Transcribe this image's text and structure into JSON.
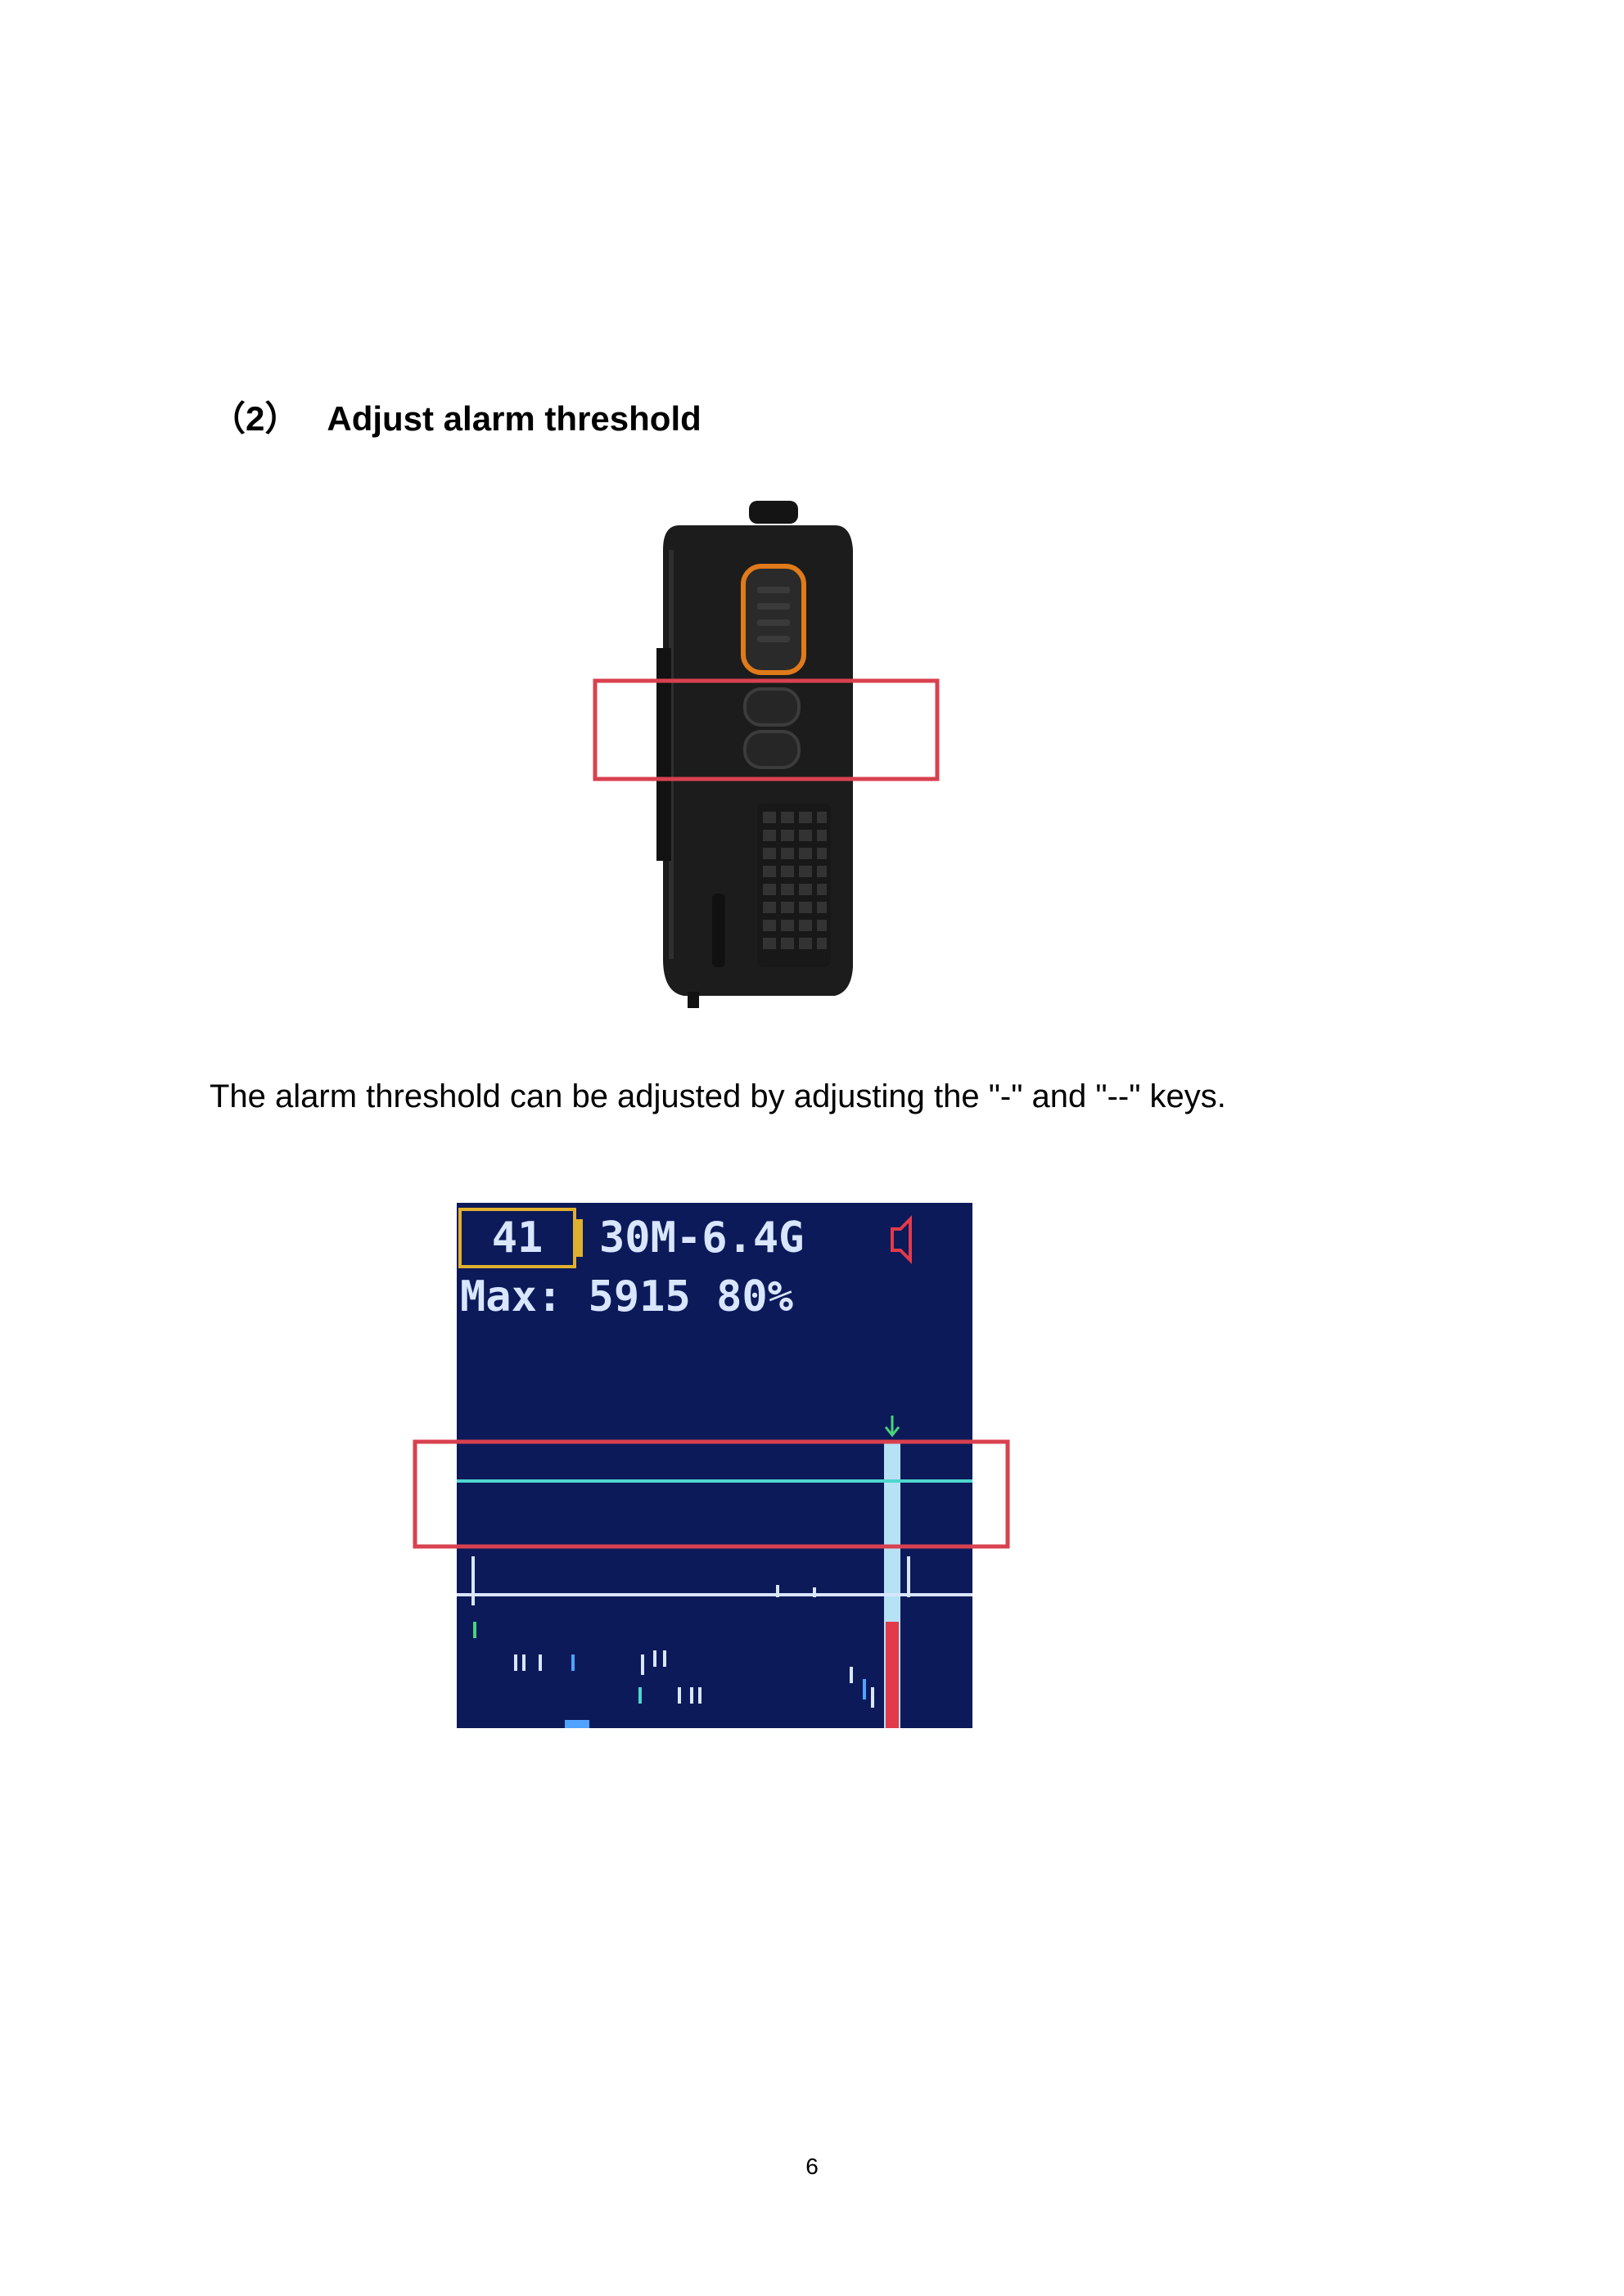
{
  "section": {
    "number": "（2）",
    "title": "Adjust alarm threshold"
  },
  "paragraph": "The alarm threshold can be adjusted by adjusting the \"-\" and \"--\" keys.",
  "screen": {
    "level": "41",
    "band": "30M-6.4G",
    "max_line": "Max: 5915 80%"
  },
  "page_number": "6",
  "colors": {
    "highlight_box": "#d9414f",
    "screen_bg": "#0c1a5a",
    "threshold_line": "#4fd6cf",
    "lcd_text": "#d8e6ff",
    "level_box": "#e0b030",
    "accent_red": "#e23a4a"
  }
}
